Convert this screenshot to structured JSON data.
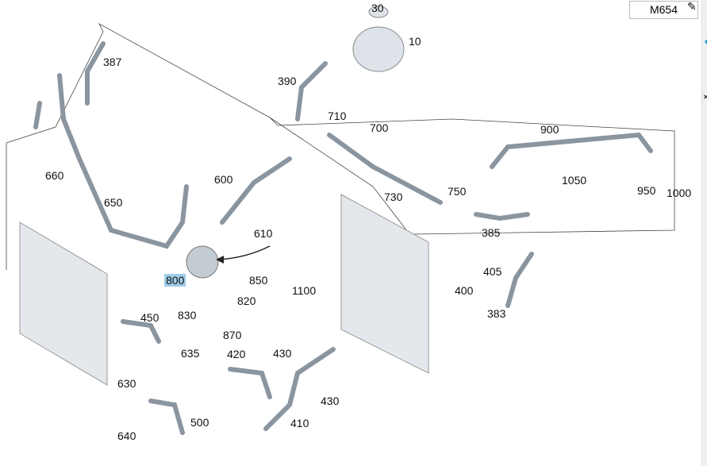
{
  "header": {
    "model": "M654",
    "edit_icon": "edit-icon"
  },
  "diagram": {
    "selected": "800",
    "highlight_color": "#9fcde6",
    "labels": [
      "30",
      "10",
      "387",
      "390",
      "710",
      "700",
      "900",
      "660",
      "600",
      "1050",
      "950",
      "1000",
      "750",
      "730",
      "650",
      "610",
      "385",
      "405",
      "800",
      "850",
      "400",
      "1100",
      "820",
      "383",
      "830",
      "450",
      "870",
      "635",
      "420",
      "430",
      "630",
      "430",
      "500",
      "410",
      "640"
    ]
  }
}
